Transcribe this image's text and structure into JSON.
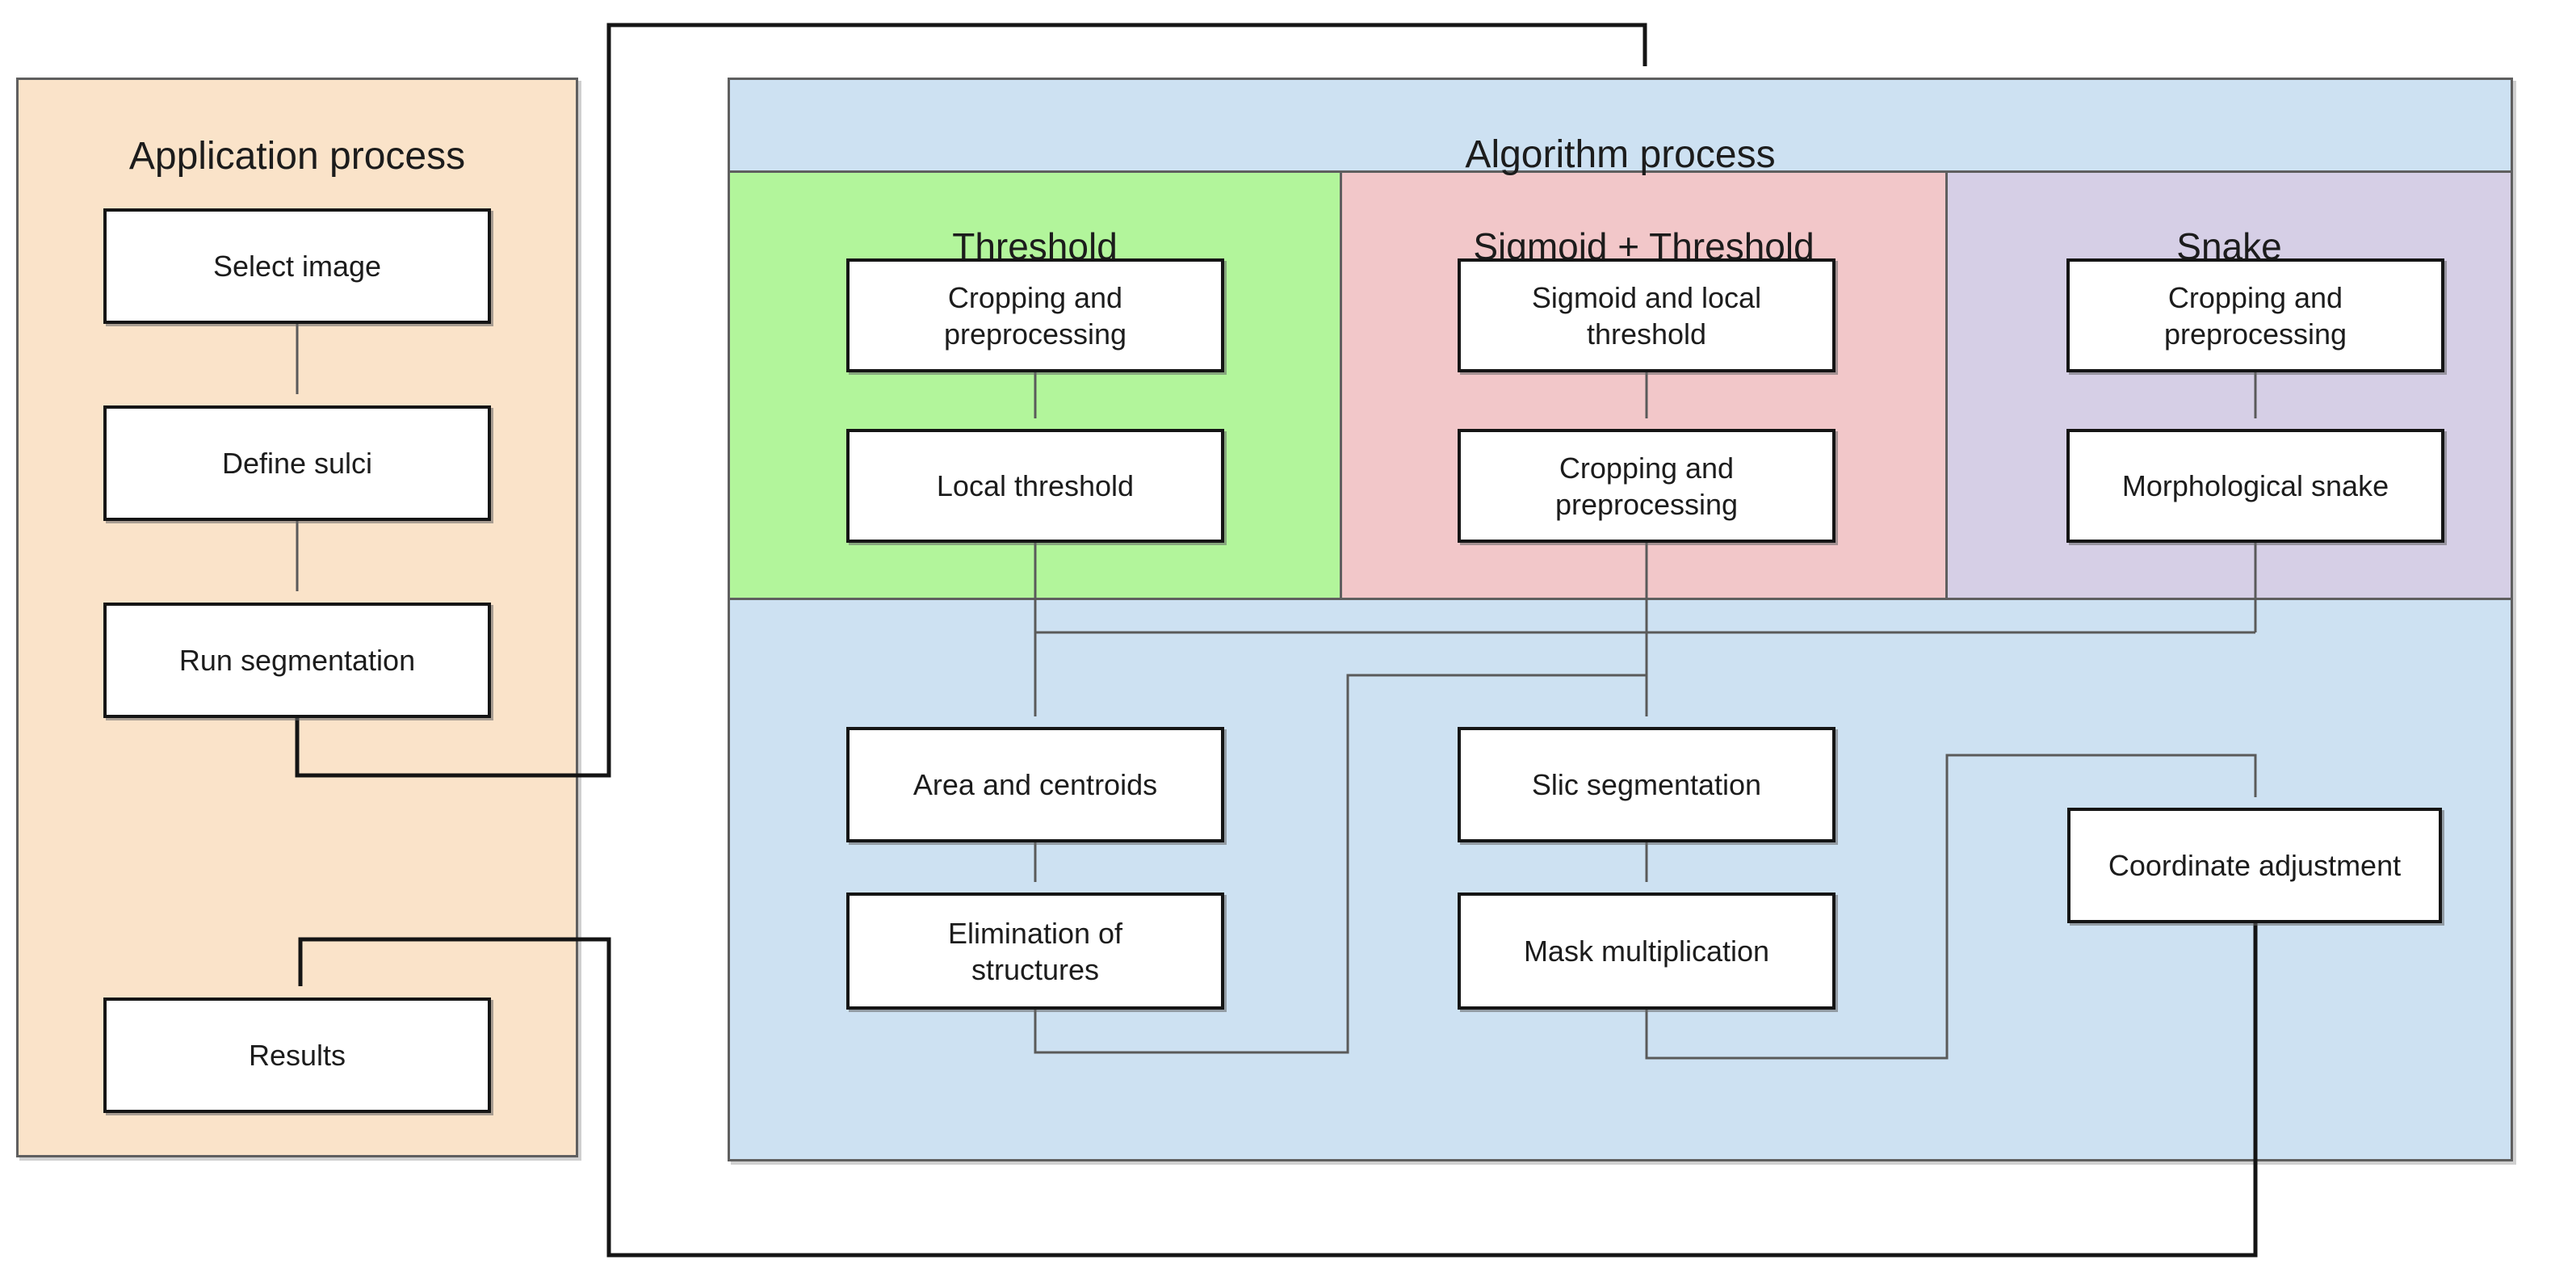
{
  "application_process": {
    "title": "Application process",
    "steps": [
      {
        "label": "Select image"
      },
      {
        "label": "Define sulci"
      },
      {
        "label": "Run segmentation"
      },
      {
        "label": "Results"
      }
    ]
  },
  "algorithm_process": {
    "title": "Algorithm process",
    "columns": [
      {
        "title": "Threshold",
        "steps": [
          {
            "label": "Cropping and preprocessing"
          },
          {
            "label": "Local threshold"
          }
        ]
      },
      {
        "title": "Sigmoid + Threshold",
        "steps": [
          {
            "label": "Sigmoid and local threshold"
          },
          {
            "label": "Cropping and preprocessing"
          }
        ]
      },
      {
        "title": "Snake",
        "steps": [
          {
            "label": "Cropping and preprocessing"
          },
          {
            "label": "Morphological snake"
          }
        ]
      }
    ],
    "stage2": {
      "left": [
        {
          "label": "Area and centroids"
        },
        {
          "label": "Elimination of structures"
        }
      ],
      "middle": [
        {
          "label": "Slic segmentation"
        },
        {
          "label": "Mask multiplication"
        }
      ],
      "right": [
        {
          "label": "Coordinate adjustment"
        }
      ]
    }
  },
  "edges": [
    {
      "from": "Select image",
      "to": "Define sulci"
    },
    {
      "from": "Define sulci",
      "to": "Run segmentation"
    },
    {
      "from": "Run segmentation",
      "to": "Algorithm process"
    },
    {
      "from": "Cropping and preprocessing (Threshold)",
      "to": "Local threshold"
    },
    {
      "from": "Sigmoid and local threshold",
      "to": "Cropping and preprocessing (Sigmoid + Threshold)"
    },
    {
      "from": "Cropping and preprocessing (Snake)",
      "to": "Morphological snake"
    },
    {
      "from": "Local threshold / Cropping and preprocessing / Morphological snake",
      "to": "Area and centroids"
    },
    {
      "from": "Local threshold / Cropping and preprocessing / Morphological snake",
      "to": "Slic segmentation"
    },
    {
      "from": "Area and centroids",
      "to": "Elimination of structures"
    },
    {
      "from": "Slic segmentation",
      "to": "Mask multiplication"
    },
    {
      "from": "Elimination of structures",
      "to": "Slic segmentation"
    },
    {
      "from": "Mask multiplication",
      "to": "Coordinate adjustment"
    },
    {
      "from": "Coordinate adjustment",
      "to": "Results"
    }
  ],
  "colors": {
    "application_panel": "#FAE3C9",
    "algorithm_panel": "#CDE1F2",
    "threshold_panel": "#B2F59B",
    "sigmoid_threshold_panel": "#F2C7C9",
    "snake_panel": "#D6CFE6",
    "node_fill": "#FFFFFF",
    "node_border": "#151515",
    "panel_border": "#5F5F5F",
    "connector_gray": "#5A5A5A",
    "connector_black": "#141414",
    "text": "#1C1C1C"
  }
}
